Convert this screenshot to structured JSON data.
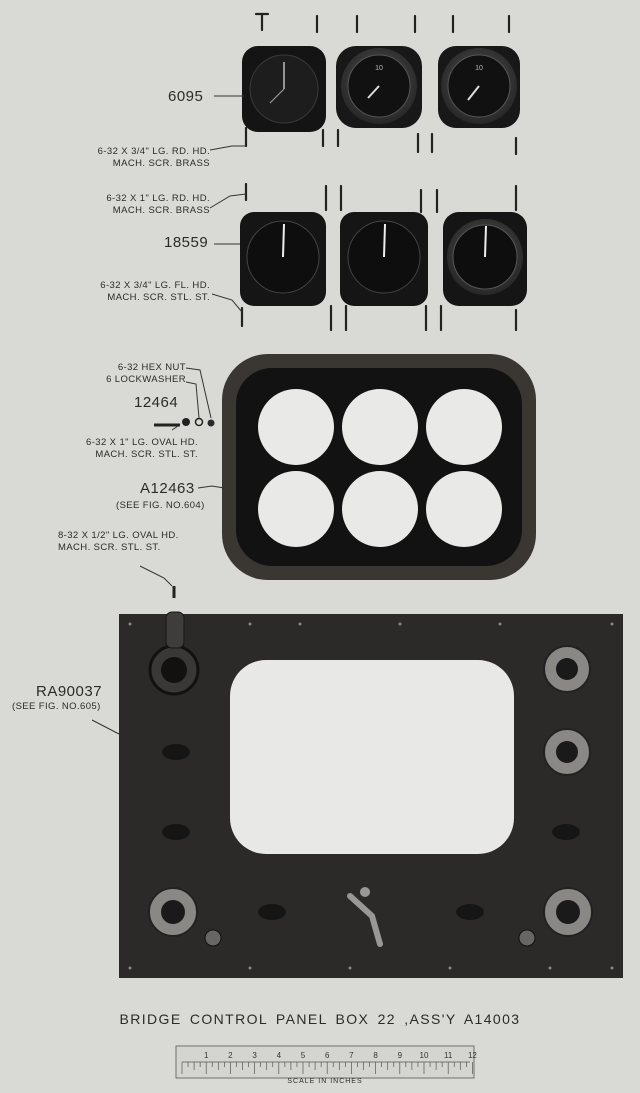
{
  "parts": {
    "p6095": "6095",
    "p18559": "18559",
    "p12464": "12464",
    "a12463": "A12463",
    "a12463_ref": "(SEE FIG. NO.604)",
    "ra90037": "RA90037",
    "ra90037_ref": "(SEE FIG. NO.605)"
  },
  "notes": {
    "screw_brass_34_l1": "6-32 X 3/4\" LG. RD. HD.",
    "screw_brass_34_l2": "MACH. SCR. BRASS",
    "screw_brass_1_l1": "6-32 X 1\" LG. RD. HD.",
    "screw_brass_1_l2": "MACH. SCR. BRASS",
    "screw_fl_l1": "6-32 X 3/4\" LG. FL. HD.",
    "screw_fl_l2": "MACH. SCR. STL. ST.",
    "hex_nut": "6-32 HEX NUT",
    "lockwasher": "6 LOCKWASHER",
    "screw_oval_1_l1": "6-32 X 1\" LG. OVAL HD.",
    "screw_oval_1_l2": "MACH. SCR. STL. ST.",
    "screw_oval_12_l1": "8-32 X 1/2\" LG. OVAL HD.",
    "screw_oval_12_l2": "MACH. SCR. STL. ST."
  },
  "caption": "BRIDGE CONTROL PANEL BOX 22 ,ASS'Y A14003",
  "scale": {
    "title": "SCALE IN INCHES",
    "numbers": [
      "1",
      "2",
      "3",
      "4",
      "5",
      "6",
      "7",
      "8",
      "9",
      "10",
      "11",
      "12"
    ]
  },
  "colors": {
    "background": "#d9d9d5",
    "panel": "#2a2826",
    "gauge": "#161616",
    "ink": "#2b2b2b"
  }
}
